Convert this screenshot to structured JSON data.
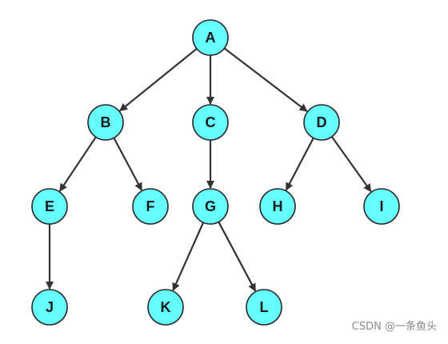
{
  "style": {
    "node_fill": "#66FFFF",
    "node_stroke": "#2a2a2a",
    "edge_color": "#333333"
  },
  "nodes": [
    {
      "id": "A",
      "label": "A"
    },
    {
      "id": "B",
      "label": "B"
    },
    {
      "id": "C",
      "label": "C"
    },
    {
      "id": "D",
      "label": "D"
    },
    {
      "id": "E",
      "label": "E"
    },
    {
      "id": "F",
      "label": "F"
    },
    {
      "id": "G",
      "label": "G"
    },
    {
      "id": "H",
      "label": "H"
    },
    {
      "id": "I",
      "label": "I"
    },
    {
      "id": "J",
      "label": "J"
    },
    {
      "id": "K",
      "label": "K"
    },
    {
      "id": "L",
      "label": "L"
    }
  ],
  "edges": [
    {
      "from": "A",
      "to": "B"
    },
    {
      "from": "A",
      "to": "C"
    },
    {
      "from": "A",
      "to": "D"
    },
    {
      "from": "B",
      "to": "E"
    },
    {
      "from": "B",
      "to": "F"
    },
    {
      "from": "C",
      "to": "G"
    },
    {
      "from": "D",
      "to": "H"
    },
    {
      "from": "D",
      "to": "I"
    },
    {
      "from": "E",
      "to": "J"
    },
    {
      "from": "G",
      "to": "K"
    },
    {
      "from": "G",
      "to": "L"
    }
  ],
  "watermark": "CSDN @一条鱼头"
}
